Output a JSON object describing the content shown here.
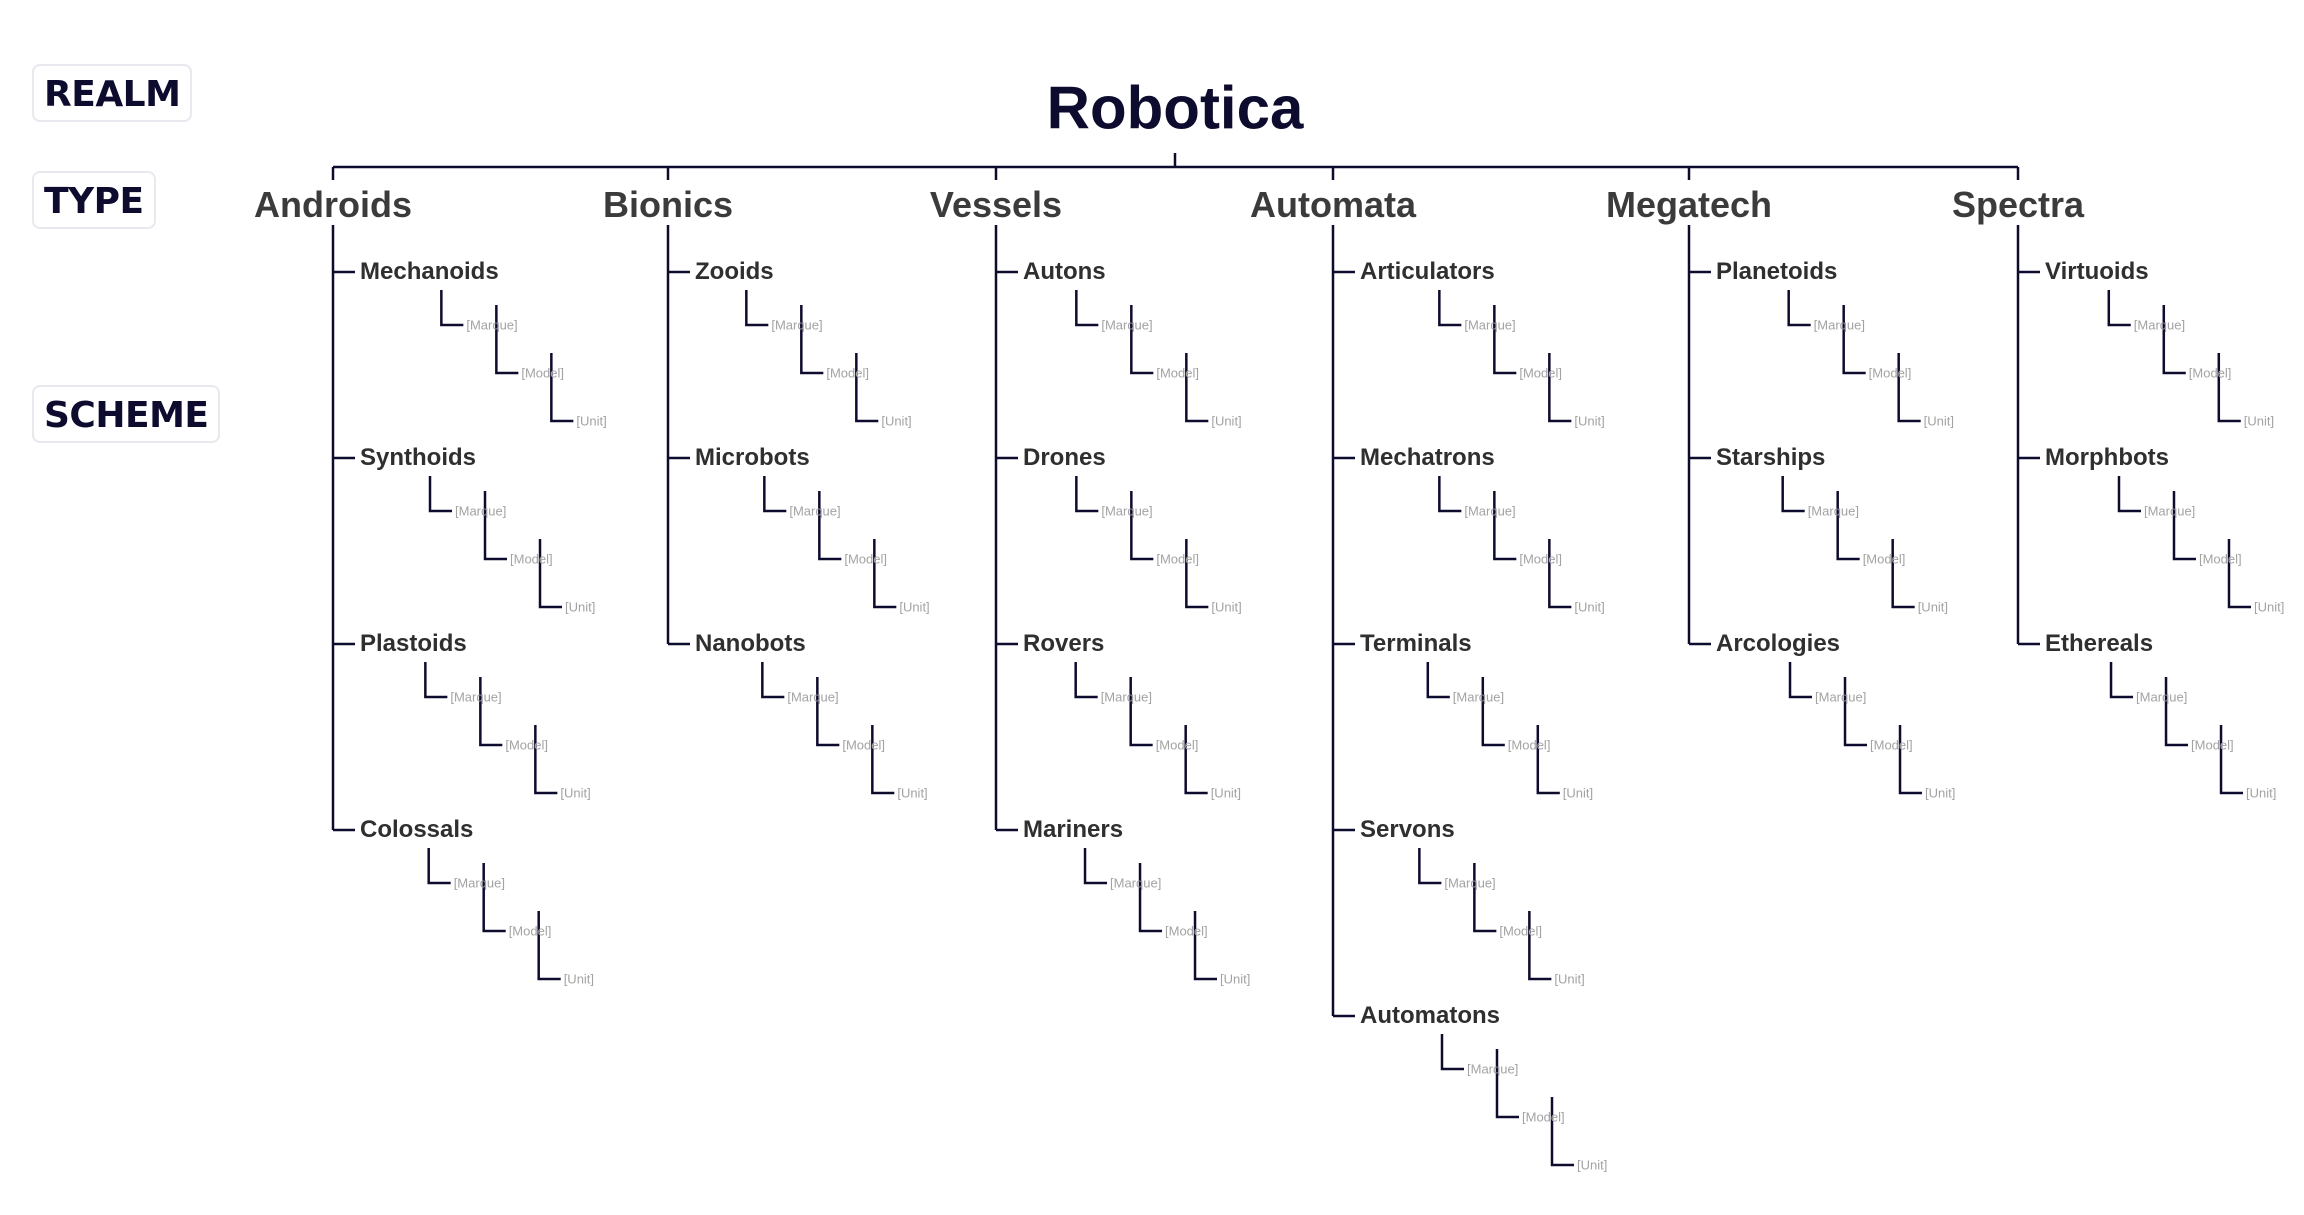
{
  "realm_label": "REALM",
  "type_label": "TYPE",
  "scheme_label": "SCHEME",
  "title": "Robotica",
  "leaf_levels": [
    "[Marque]",
    "[Model]",
    "[Unit]"
  ],
  "line_color": "#0e0c2e",
  "types": [
    {
      "name": "Androids",
      "children": [
        "Mechanoids",
        "Synthoids",
        "Plastoids",
        "Colossals"
      ]
    },
    {
      "name": "Bionics",
      "children": [
        "Zooids",
        "Microbots",
        "Nanobots"
      ]
    },
    {
      "name": "Vessels",
      "children": [
        "Autons",
        "Drones",
        "Rovers",
        "Mariners"
      ]
    },
    {
      "name": "Automata",
      "children": [
        "Articulators",
        "Mechatrons",
        "Terminals",
        "Servons",
        "Automatons"
      ]
    },
    {
      "name": "Megatech",
      "children": [
        "Planetoids",
        "Starships",
        "Arcologies"
      ]
    },
    {
      "name": "Spectra",
      "children": [
        "Virtuoids",
        "Morphbots",
        "Ethereals"
      ]
    }
  ]
}
